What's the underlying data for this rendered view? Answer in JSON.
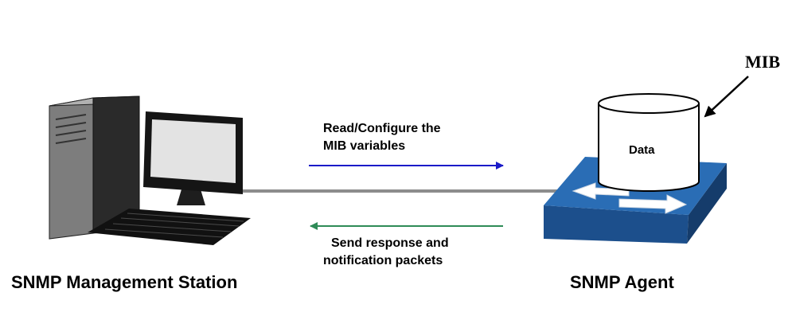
{
  "nodes": {
    "manager_label": "SNMP Management Station",
    "agent_label": "SNMP Agent",
    "mib_label": "MIB",
    "data_label": "Data"
  },
  "messages": {
    "request_line1": "Read/Configure the",
    "request_line2": "MIB variables",
    "response_line1": "Send response and",
    "response_line2": "notification packets"
  },
  "colors": {
    "request_arrow": "#1a1ac8",
    "response_arrow": "#2e8b57",
    "link_line": "#8c8c8c",
    "switch_blue": "#1f5fa5"
  },
  "icons": [
    "computer-icon",
    "switch-icon",
    "database-icon"
  ]
}
